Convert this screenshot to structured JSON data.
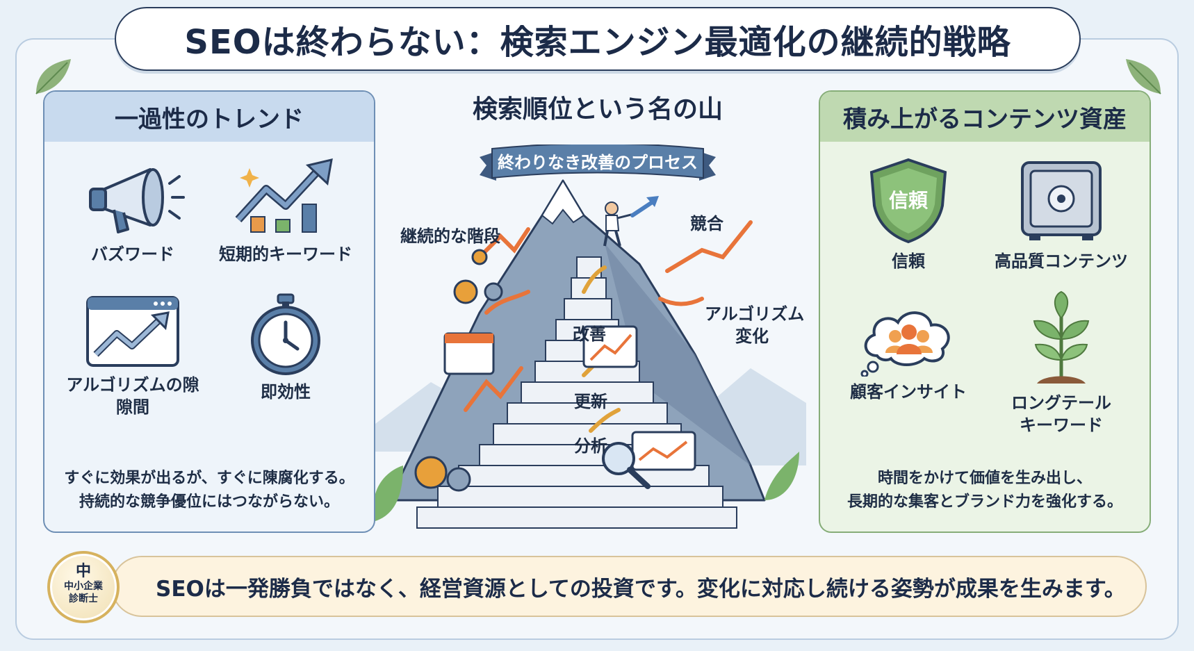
{
  "title": "SEOは終わらない：検索エンジン最適化の継続的戦略",
  "left_panel": {
    "heading": "一過性のトレンド",
    "items": [
      {
        "label": "バズワード",
        "icon": "megaphone-icon"
      },
      {
        "label": "短期的キーワード",
        "icon": "trend-arrow-icon"
      },
      {
        "label": "アルゴリズムの隙\n隙間",
        "icon": "browser-chart-icon"
      },
      {
        "label": "即効性",
        "icon": "stopwatch-icon"
      }
    ],
    "note_line1": "すぐに効果が出るが、すぐに陳腐化する。",
    "note_line2": "持続的な競争優位にはつながらない。"
  },
  "center": {
    "heading": "検索順位という名の山",
    "banner": "終わりなき改善のプロセス",
    "labels": {
      "stairs": "継続的な階段",
      "competition": "競合",
      "improve": "改善",
      "algo_line1": "アルゴリズム",
      "algo_line2": "変化",
      "update": "更新",
      "analysis": "分析"
    }
  },
  "right_panel": {
    "heading": "積み上がるコンテンツ資産",
    "shield_text": "信頼",
    "items": [
      {
        "label": "信頼",
        "icon": "shield-icon"
      },
      {
        "label": "高品質コンテンツ",
        "icon": "safe-icon"
      },
      {
        "label": "顧客インサイト",
        "icon": "people-thought-icon"
      },
      {
        "label": "ロングテール\nキーワード",
        "icon": "sprout-icon"
      }
    ],
    "note_line1": "時間をかけて価値を生み出し、",
    "note_line2": "長期的な集客とブランド力を強化する。"
  },
  "footer": {
    "message": "SEOは一発勝負ではなく、経営資源としての投資です。変化に対応し続ける姿勢が成果を生みます。",
    "seal_top": "中",
    "seal_line1": "中小企業",
    "seal_line2": "診断士"
  },
  "colors": {
    "navy": "#1c2b48",
    "left_accent": "#6e8fb5",
    "right_accent": "#86ad78",
    "arrow_orange": "#e8743a",
    "gold": "#d6b25e"
  }
}
